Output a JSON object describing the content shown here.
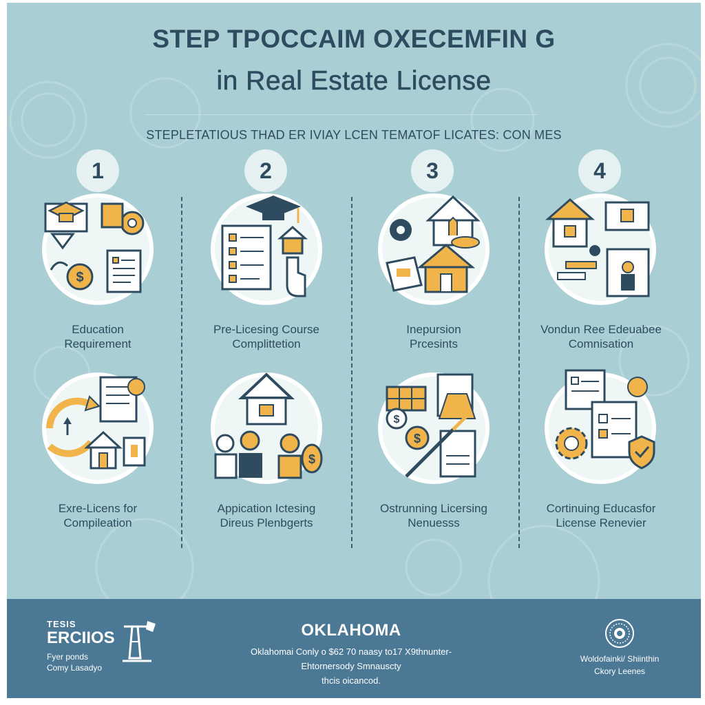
{
  "header": {
    "title_line1": "STEP TPOCCAIM OXECEMFIN G",
    "title_line2": "in Real Estate License",
    "subtitle": "STEPLETATIOUS THAD ER IVIAY LCEN TEMATOF LICATES: CON MES"
  },
  "steps": [
    {
      "number": "1",
      "label_line1": "Education",
      "label_line2": "Requirement"
    },
    {
      "number": "2",
      "label_line1": "Pre-Licesing Course",
      "label_line2": "Complittetion"
    },
    {
      "number": "3",
      "label_line1": "Inepursion",
      "label_line2": "Prcesints"
    },
    {
      "number": "4",
      "label_line1": "Vondun Ree Edeuabee",
      "label_line2": "Comnisation"
    },
    {
      "label_line1": "Exre-Licens for",
      "label_line2": "Compileation"
    },
    {
      "label_line1": "Appication Ictesing",
      "label_line2": "Direus Plenbgerts"
    },
    {
      "label_line1": "Ostrunning Licersing",
      "label_line2": "Nenuesss"
    },
    {
      "label_line1": "Cortinuing Educasfor",
      "label_line2": "License Renevier"
    }
  ],
  "icons": [
    "graduation-cap-icon",
    "clipboard-checklist-icon",
    "house-icon",
    "gear-icon",
    "dollar-coin-icon",
    "document-icon",
    "people-icon",
    "shield-check-icon",
    "recycle-arrows-icon"
  ],
  "footer": {
    "logo_line1": "TESIS",
    "logo_line2": "ERCIIOS",
    "logo_sub1": "Fyer ponds",
    "logo_sub2": "Comy Lasadyo",
    "heading": "OKLAHOMA",
    "line1": "Oklahomai Conly o $62 70 naasy to17  X9thnunter-",
    "line2": "Ehtornersody Smnauscty",
    "line3": "thcis oicancod.",
    "right_line1": "Woldofainki/ Shiinthin",
    "right_line2": "Ckory Leenes"
  },
  "colors": {
    "background": "#a9cfd4",
    "navy": "#2e4b5f",
    "gold": "#f0b44a",
    "footer": "#4a7895",
    "circle": "#eef6f6"
  }
}
